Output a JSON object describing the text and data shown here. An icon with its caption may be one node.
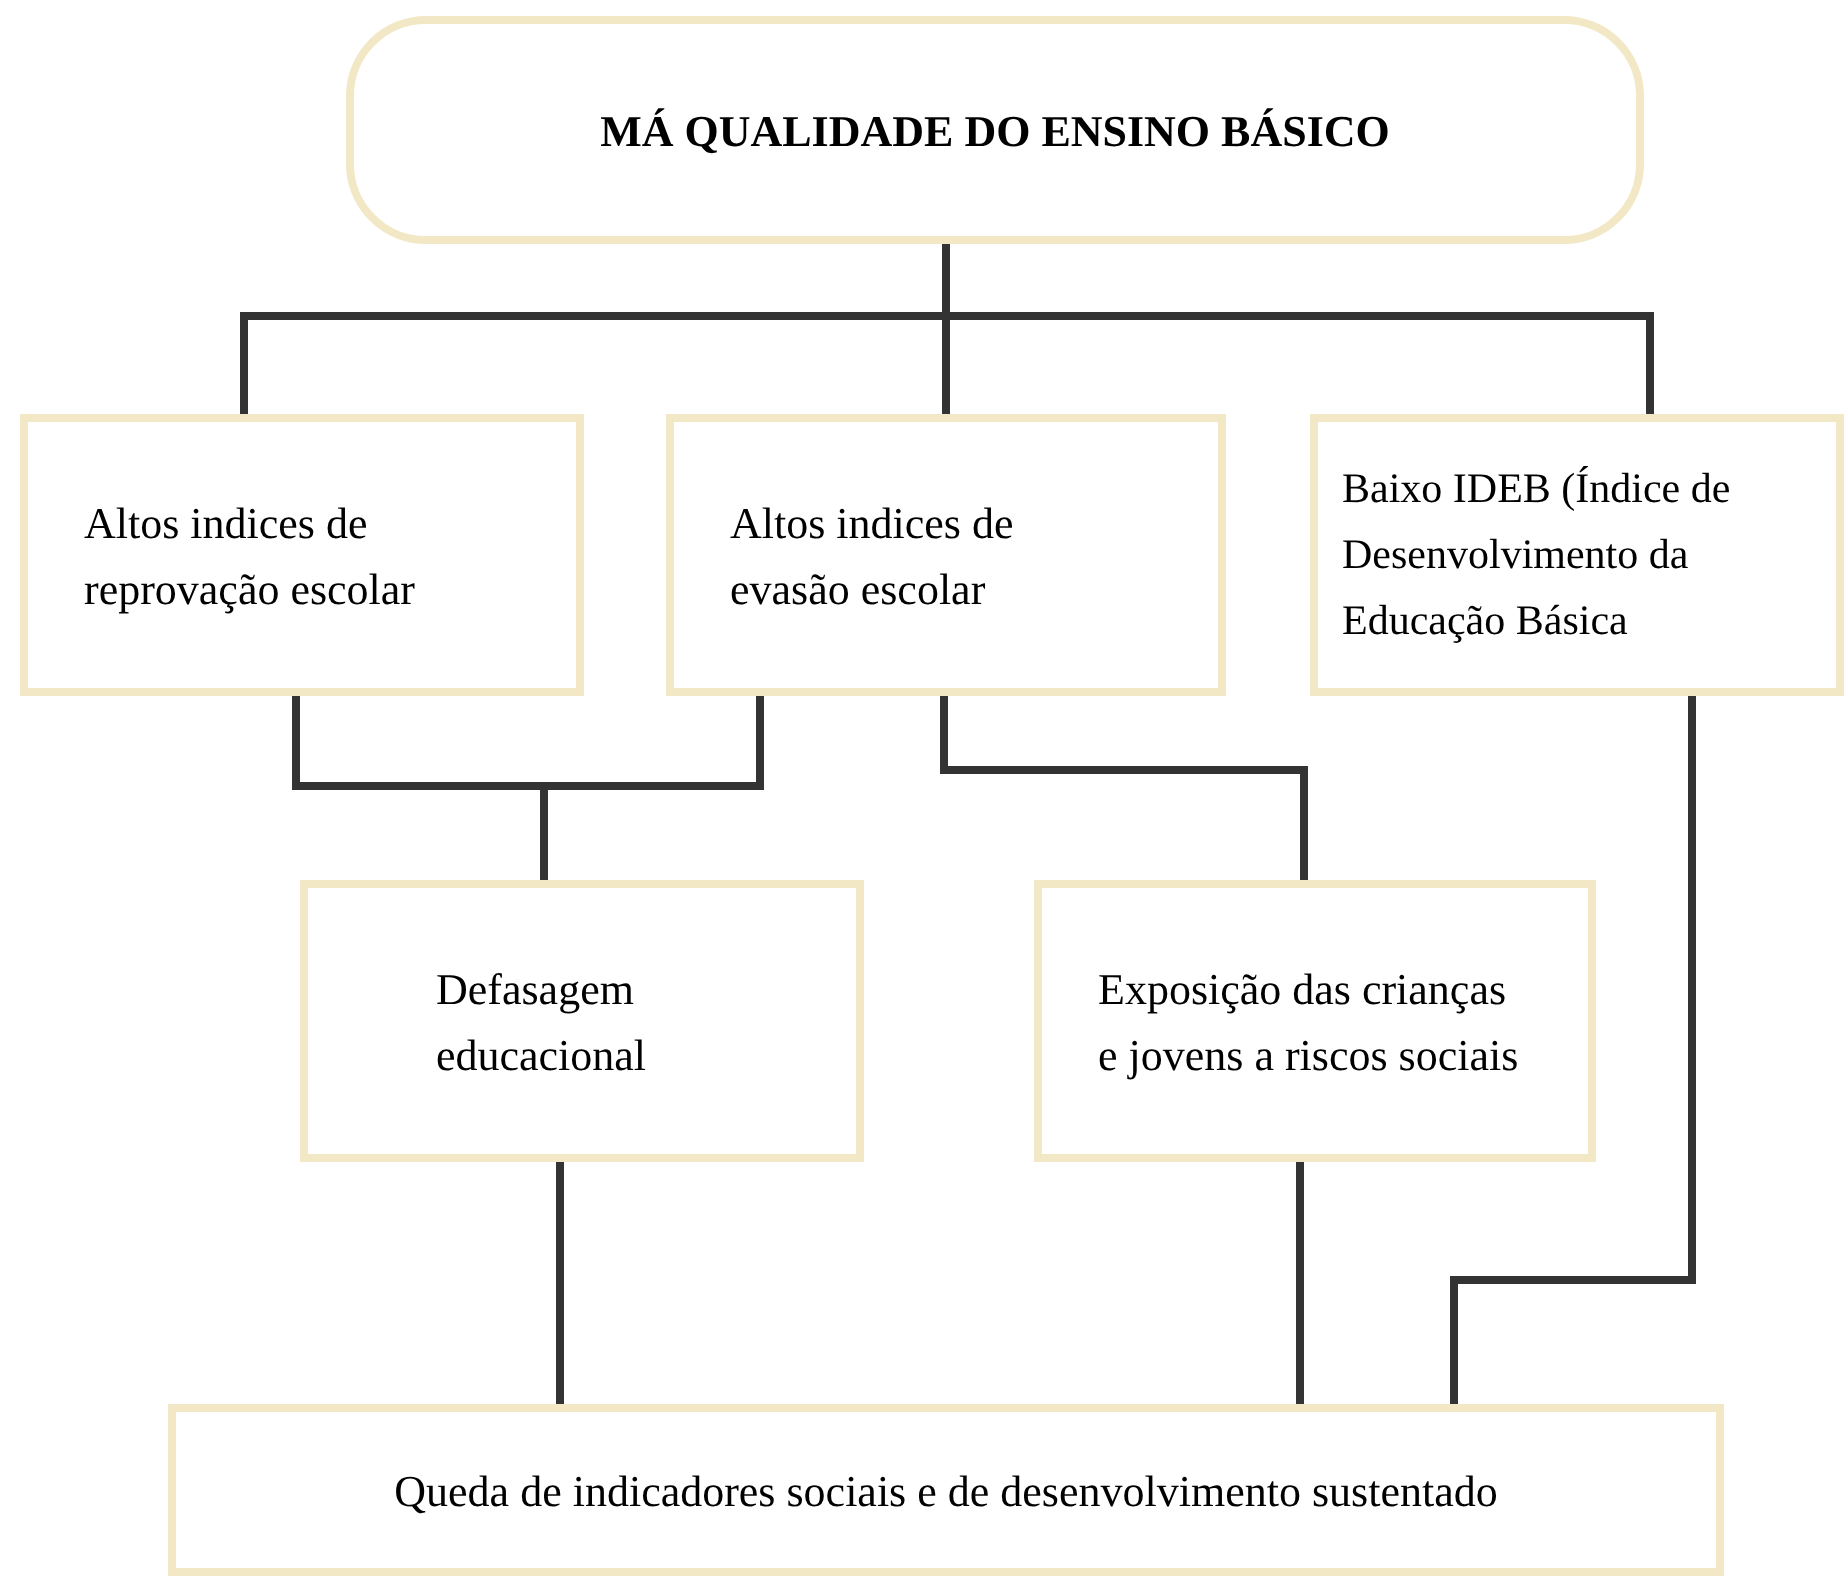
{
  "diagram": {
    "nodes": [
      {
        "text": [
          "MÁ QUALIDADE DO ENSINO BÁSICO"
        ]
      },
      {
        "text": [
          "Altos indices de reprovação escolar"
        ]
      },
      {
        "text": [
          "Altos indices de evasão escolar"
        ]
      },
      {
        "text": [
          "Baixo IDEB (Índice de Desenvolvimento da Educação Básica"
        ]
      },
      {
        "text": [
          "Defasagem educacional"
        ]
      },
      {
        "text": [
          "Exposição das crianças e jovens a riscos sociais"
        ]
      },
      {
        "text": [
          "Queda de indicadores sociais e de desenvolvimento sustentado"
        ]
      }
    ],
    "edges": [
      {
        "from": 0,
        "to": 1,
        "arrow": "none"
      },
      {
        "from": 0,
        "to": 2,
        "arrow": "none"
      },
      {
        "from": 0,
        "to": 3,
        "arrow": "none"
      },
      {
        "from": 1,
        "to": 4,
        "arrow": "none"
      },
      {
        "from": 2,
        "to": 4,
        "arrow": "none"
      },
      {
        "from": 2,
        "to": 5,
        "arrow": "none"
      },
      {
        "from": 4,
        "to": 6,
        "arrow": "none"
      },
      {
        "from": 5,
        "to": 6,
        "arrow": "none"
      },
      {
        "from": 3,
        "to": 6,
        "arrow": "none"
      }
    ]
  }
}
